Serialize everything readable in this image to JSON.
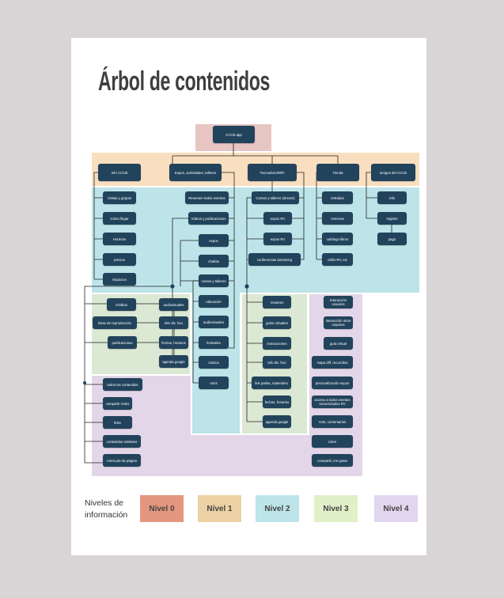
{
  "title": "Árbol de contenidos",
  "nodes": {
    "level0": [
      "CCCB app"
    ],
    "level1": [
      "Info CCCB",
      "Expos, actividades, talleres",
      "Tecnoaforo/WiFi",
      "Tienda",
      "amigos del CCCB"
    ],
    "level2": [
      "Visitas y grupos",
      "Cómo llegar",
      "Horarios",
      "precios",
      "Espacios",
      "Resumen todos eventos",
      "Vídeos y publicaciones",
      "expos",
      "charlas",
      "cursos y talleres",
      "educación",
      "audiovisuales",
      "festivales",
      "música",
      "otros",
      "Cursos y talleres (stream)",
      "expos RA",
      "expos RV",
      "conferencias streaming",
      "entradas",
      "reservas",
      "catálogo libros",
      "cafés RV, etc",
      "Info",
      "registro",
      "pago"
    ],
    "level3": [
      "créditos",
      "listas de reproducción",
      "publicaciones",
      "audiovisuales",
      "Info div. foro",
      "fechas, horarios",
      "agenda google",
      "resumen",
      "guías virtuales",
      "instrucciones",
      "Info div. foro",
      "link parlas, materiales",
      "fechas, horarios",
      "agenda google"
    ],
    "level4": [
      "Interacción usuarios",
      "Interacción otros usuarios",
      "guía virtual",
      "mapa diff. recorridos",
      "personalización expos",
      "acceso a todos eventos secuenciados RV",
      "Voto, comentarios",
      "Likes",
      "compartir, me gusta",
      "todos los contenidos",
      "compartir redes",
      "links",
      "contenidos similares",
      "menú pie de página"
    ]
  },
  "legend": {
    "title": "Niveles de información",
    "items": [
      {
        "label": "Nivel 0",
        "color": "#e4967f"
      },
      {
        "label": "Nivel 1",
        "color": "#ecd1a4"
      },
      {
        "label": "Nivel 2",
        "color": "#bde4e9"
      },
      {
        "label": "Nivel 3",
        "color": "#e0f0c8"
      },
      {
        "label": "Nivel 4",
        "color": "#e2d5ee"
      }
    ]
  }
}
